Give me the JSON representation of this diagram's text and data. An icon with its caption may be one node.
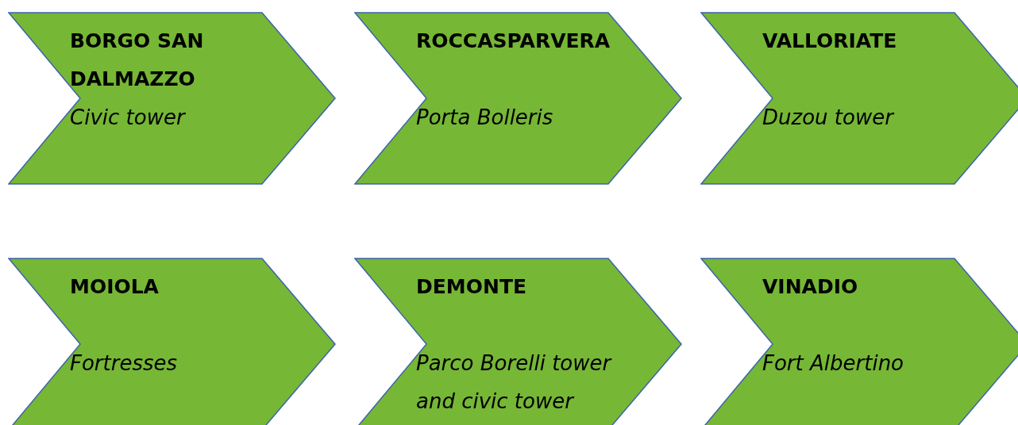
{
  "diagram": {
    "nodes": [
      {
        "text": [
          "BORGO SAN DALMAZZO",
          "Civic tower"
        ]
      },
      {
        "text": [
          "ROCCASPARVERA",
          "Porta Bolleris"
        ]
      },
      {
        "text": [
          "VALLORIATE",
          "Duzou tower"
        ]
      },
      {
        "text": [
          "MOIOLA",
          "Fortresses"
        ]
      },
      {
        "text": [
          "DEMONTE",
          "Parco Borelli tower and civic tower"
        ]
      },
      {
        "text": [
          "VINADIO",
          "Fort Albertino"
        ]
      }
    ]
  }
}
